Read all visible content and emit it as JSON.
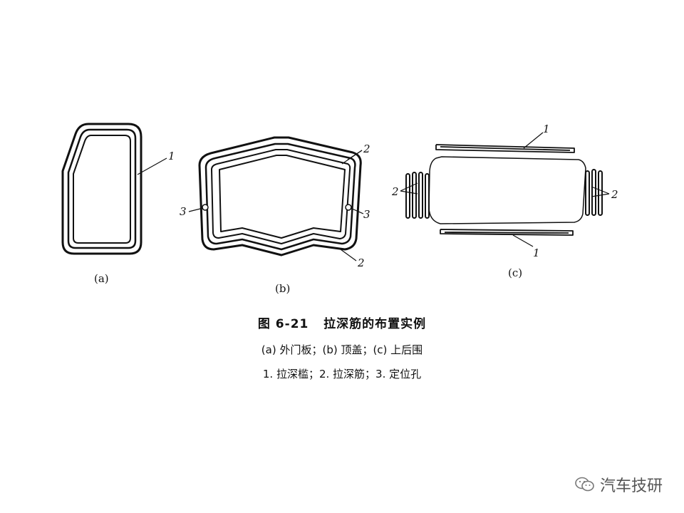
{
  "callouts": {
    "a_1": "1",
    "b_2_top": "2",
    "b_3_left": "3",
    "b_3_right": "3",
    "b_2_bottom": "2",
    "c_1_top": "1",
    "c_2_left": "2",
    "c_2_right": "2",
    "c_1_bottom": "1"
  },
  "sublabels": {
    "a": "(a)",
    "b": "(b)",
    "c": "(c)"
  },
  "caption": {
    "title": "图 6-21   拉深筋的布置实例",
    "subtitle": "(a) 外门板；(b) 顶盖；(c) 上后围",
    "legend": "1. 拉深槛；2. 拉深筋；3. 定位孔"
  },
  "watermark": {
    "text": "汽车技研",
    "icon": "wechat-icon"
  }
}
